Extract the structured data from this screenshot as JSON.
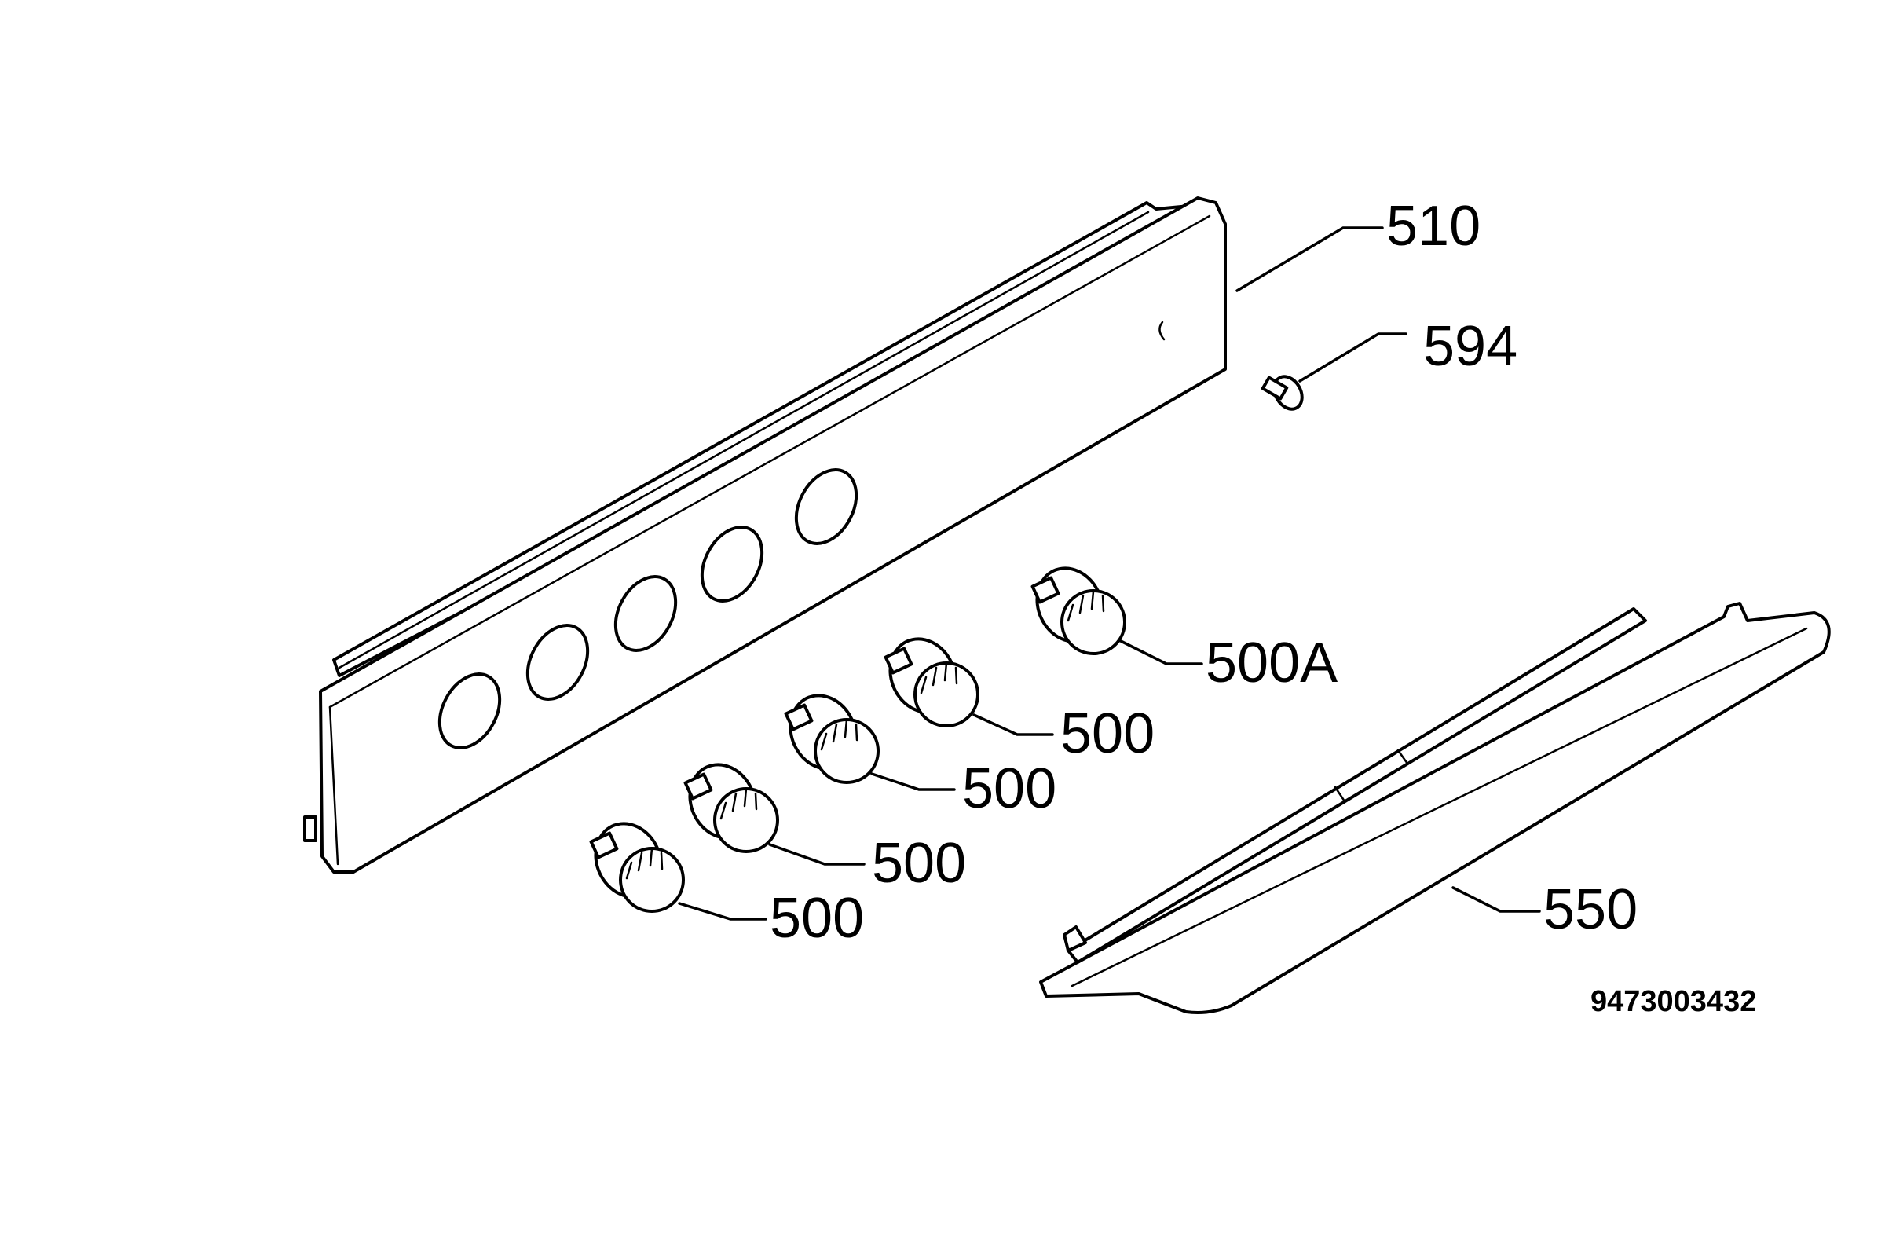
{
  "callouts": {
    "control_panel": "510",
    "screw": "594",
    "knob_a": "500A",
    "knob_1": "500",
    "knob_2": "500",
    "knob_3": "500",
    "knob_4": "500",
    "trim_strip": "550"
  },
  "document_number": "9473003432",
  "colors": {
    "line": "#000000",
    "background": "#ffffff"
  }
}
